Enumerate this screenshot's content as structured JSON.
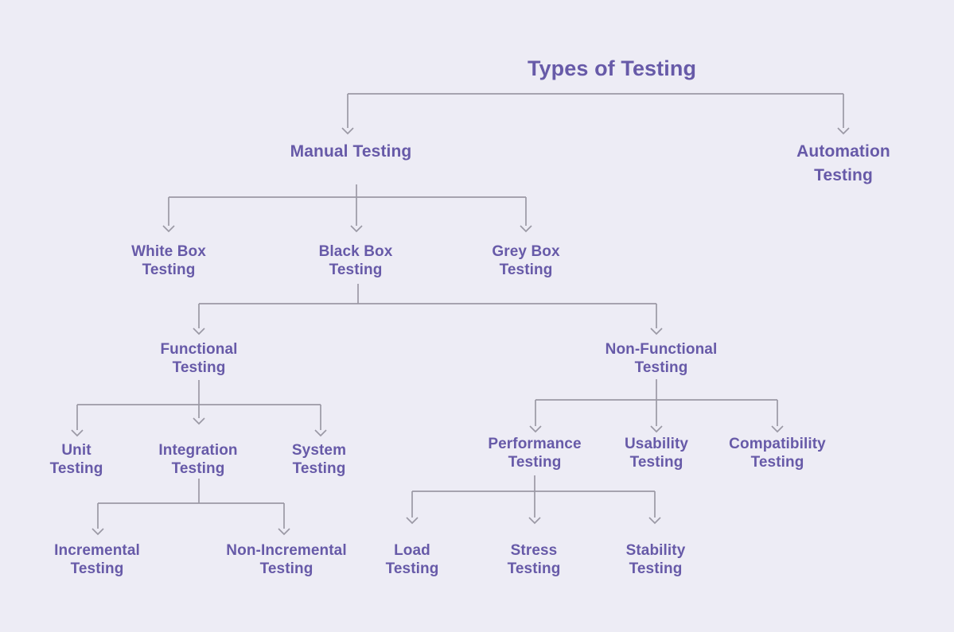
{
  "diagram": {
    "title": "Types of Testing",
    "nodes": {
      "root": {
        "label": "Types of Testing"
      },
      "manual": {
        "label": "Manual Testing"
      },
      "automation": {
        "label": "Automation\nTesting"
      },
      "white_box": {
        "label": "White Box\nTesting"
      },
      "black_box": {
        "label": "Black Box\nTesting"
      },
      "grey_box": {
        "label": "Grey Box\nTesting"
      },
      "functional": {
        "label": "Functional\nTesting"
      },
      "non_functional": {
        "label": "Non-Functional\nTesting"
      },
      "unit": {
        "label": "Unit\nTesting"
      },
      "integration": {
        "label": "Integration\nTesting"
      },
      "system": {
        "label": "System\nTesting"
      },
      "incremental": {
        "label": "Incremental\nTesting"
      },
      "non_incremental": {
        "label": "Non-Incremental\nTesting"
      },
      "performance": {
        "label": "Performance\nTesting"
      },
      "usability": {
        "label": "Usability\nTesting"
      },
      "compatibility": {
        "label": "Compatibility\nTesting"
      },
      "load": {
        "label": "Load\nTesting"
      },
      "stress": {
        "label": "Stress\nTesting"
      },
      "stability": {
        "label": "Stability\nTesting"
      }
    },
    "edges": [
      {
        "from": "Types of Testing",
        "to": "Manual Testing"
      },
      {
        "from": "Types of Testing",
        "to": "Automation Testing"
      },
      {
        "from": "Manual Testing",
        "to": "White Box Testing"
      },
      {
        "from": "Manual Testing",
        "to": "Black Box Testing"
      },
      {
        "from": "Manual Testing",
        "to": "Grey Box Testing"
      },
      {
        "from": "Black Box Testing",
        "to": "Functional Testing"
      },
      {
        "from": "Black Box Testing",
        "to": "Non-Functional Testing"
      },
      {
        "from": "Functional Testing",
        "to": "Unit Testing"
      },
      {
        "from": "Functional Testing",
        "to": "Integration Testing"
      },
      {
        "from": "Functional Testing",
        "to": "System Testing"
      },
      {
        "from": "Integration Testing",
        "to": "Incremental Testing"
      },
      {
        "from": "Integration Testing",
        "to": "Non-Incremental Testing"
      },
      {
        "from": "Non-Functional Testing",
        "to": "Performance Testing"
      },
      {
        "from": "Non-Functional Testing",
        "to": "Usability Testing"
      },
      {
        "from": "Non-Functional Testing",
        "to": "Compatibility Testing"
      },
      {
        "from": "Performance Testing",
        "to": "Load Testing"
      },
      {
        "from": "Performance Testing",
        "to": "Stress Testing"
      },
      {
        "from": "Performance Testing",
        "to": "Stability Testing"
      }
    ],
    "colors": {
      "background": "#EDECF5",
      "text": "#675AA8",
      "connector": "#9B99A5"
    }
  }
}
